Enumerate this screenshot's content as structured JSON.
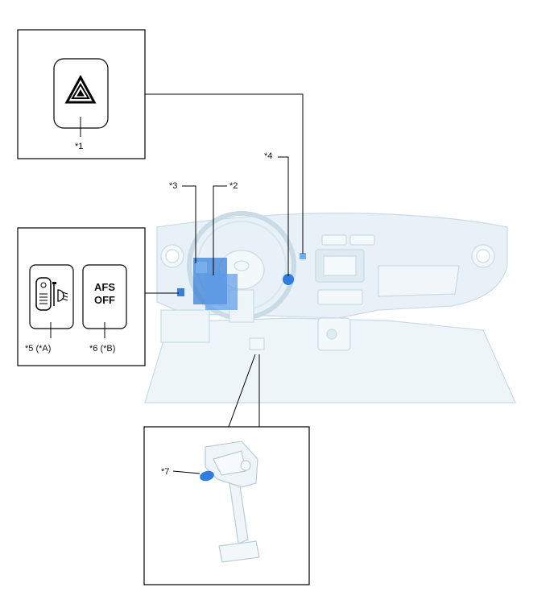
{
  "callouts": {
    "c1": "*1",
    "c2": "*2",
    "c3": "*3",
    "c4": "*4",
    "c5": "*5 (*A)",
    "c6": "*6 (*B)",
    "c7": "*7"
  },
  "afs_switch": {
    "line1": "AFS",
    "line2": "OFF"
  },
  "colors": {
    "dashboard": "#e6f0f6",
    "dashboard_line": "#c5d8e4",
    "highlight_module": "#3b7fd8",
    "highlight_part": "#2f7de0",
    "frame": "#000000"
  },
  "icons": {
    "hazard": "hazard-warning-triangle-icon",
    "headlight_leveling": "headlight-leveling-dial-icon"
  }
}
